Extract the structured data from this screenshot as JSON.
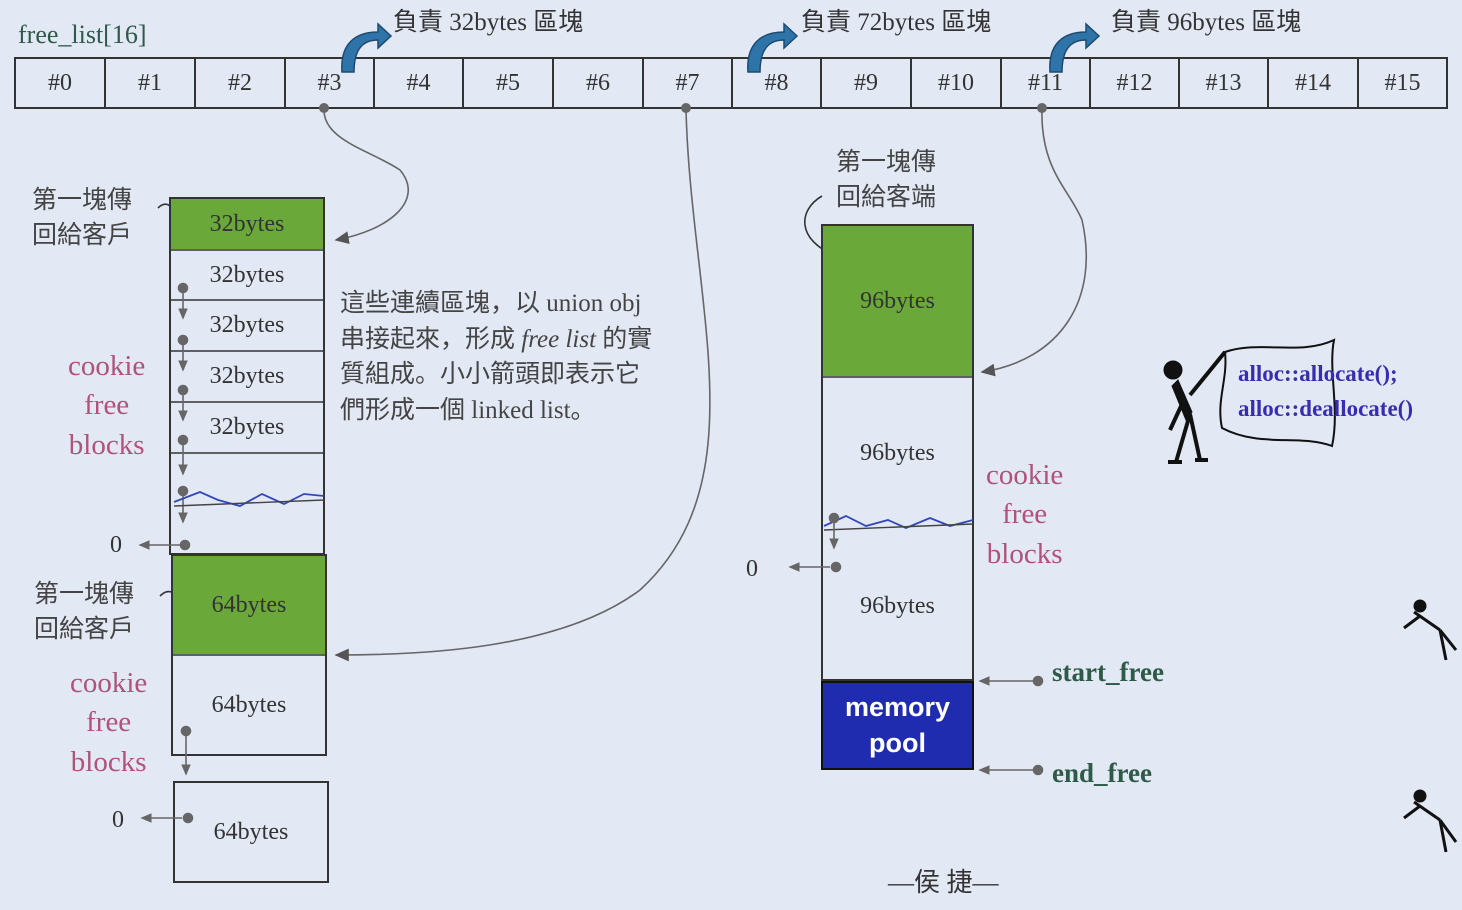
{
  "header": {
    "free_list_label": "free_list[16]",
    "cells": [
      "#0",
      "#1",
      "#2",
      "#3",
      "#4",
      "#5",
      "#6",
      "#7",
      "#8",
      "#9",
      "#10",
      "#11",
      "#12",
      "#13",
      "#14",
      "#15"
    ],
    "resp_32": "負責 32bytes 區塊",
    "resp_72": "負責 72bytes 區塊",
    "resp_96": "負責 96bytes 區塊"
  },
  "chain32": {
    "first_label_1": "第一塊傳",
    "first_label_2": "回給客戶",
    "blocks": [
      "32bytes",
      "32bytes",
      "32bytes",
      "32bytes",
      "32bytes"
    ],
    "cookie_1": "cookie",
    "cookie_2": "free",
    "cookie_3": "blocks",
    "zero": "0"
  },
  "chain64": {
    "first_label_1": "第一塊傳",
    "first_label_2": "回給客戶",
    "blocks": [
      "64bytes",
      "64bytes",
      "64bytes"
    ],
    "cookie_1": "cookie",
    "cookie_2": "free",
    "cookie_3": "blocks",
    "zero": "0"
  },
  "note": {
    "line1": "這些連續區塊，以 union obj",
    "line2_a": "串接起來，形成 ",
    "line2_b": "free list",
    "line2_c": " 的實",
    "line3": "質組成。小小箭頭即表示它",
    "line4": "們形成一個 linked list。"
  },
  "chain96": {
    "first_label_1": "第一塊傳",
    "first_label_2": "回給客端",
    "blocks": [
      "96bytes",
      "96bytes",
      "96bytes"
    ],
    "cookie_1": "cookie",
    "cookie_2": "free",
    "cookie_3": "blocks",
    "zero": "0"
  },
  "pool": {
    "line1": "memory",
    "line2": "pool",
    "start_free": "start_free",
    "end_free": "end_free"
  },
  "flag": {
    "line1": "alloc::allocate();",
    "line2": "alloc::deallocate()"
  },
  "signature": "—侯 捷—",
  "colors": {
    "background": "#e2e8f4",
    "green_block": "#6aa83a",
    "pool_blue": "#1f2cb0",
    "cookie_pink": "#b0527a",
    "arrow_blue": "#2f74a8"
  }
}
